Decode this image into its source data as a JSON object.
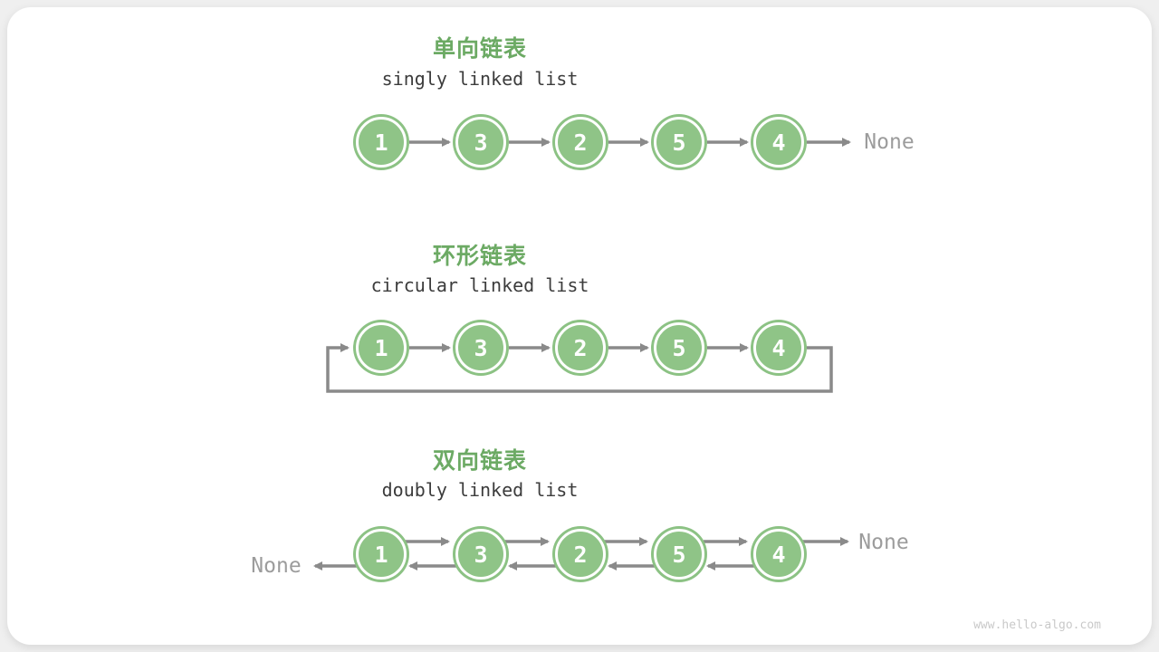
{
  "page": {
    "watermark": "www.hello-algo.com"
  },
  "colors": {
    "title_green": "#6caa64",
    "node_fill": "#8fc487",
    "node_ring": "#8cc284",
    "arrow_gray": "#8a8a8a",
    "none_gray": "#9c9c9c",
    "subtitle_dark": "#3c3c3c",
    "card_bg": "#ffffff"
  },
  "sections": [
    {
      "id": "singly",
      "title": "单向链表",
      "subtitle": "singly linked list",
      "nodes": [
        "1",
        "3",
        "2",
        "5",
        "4"
      ],
      "tail_label": "None"
    },
    {
      "id": "circular",
      "title": "环形链表",
      "subtitle": "circular linked list",
      "nodes": [
        "1",
        "3",
        "2",
        "5",
        "4"
      ]
    },
    {
      "id": "doubly",
      "title": "双向链表",
      "subtitle": "doubly linked list",
      "nodes": [
        "1",
        "3",
        "2",
        "5",
        "4"
      ],
      "head_label": "None",
      "tail_label": "None"
    }
  ]
}
